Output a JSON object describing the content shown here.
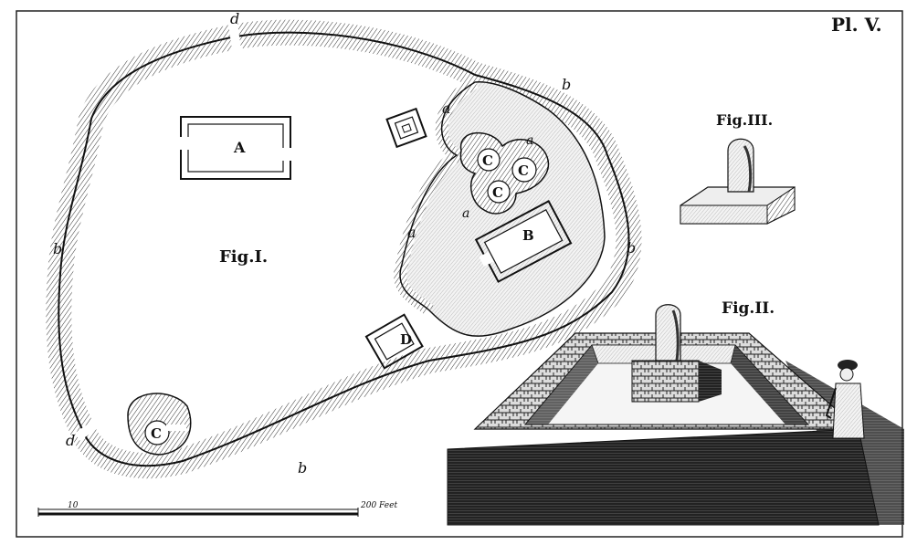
{
  "plate_label": "Pl. V.",
  "figures": {
    "fig1": "Fig.I.",
    "fig2": "Fig.II.",
    "fig3": "Fig.III."
  },
  "plan_letters": {
    "A": "A",
    "B": "B",
    "C": "C",
    "D": "D"
  },
  "wall_marks": {
    "a": "a",
    "b": "b",
    "d": "d"
  },
  "scale": {
    "start_label": "10",
    "end_label": "200 Feet"
  }
}
